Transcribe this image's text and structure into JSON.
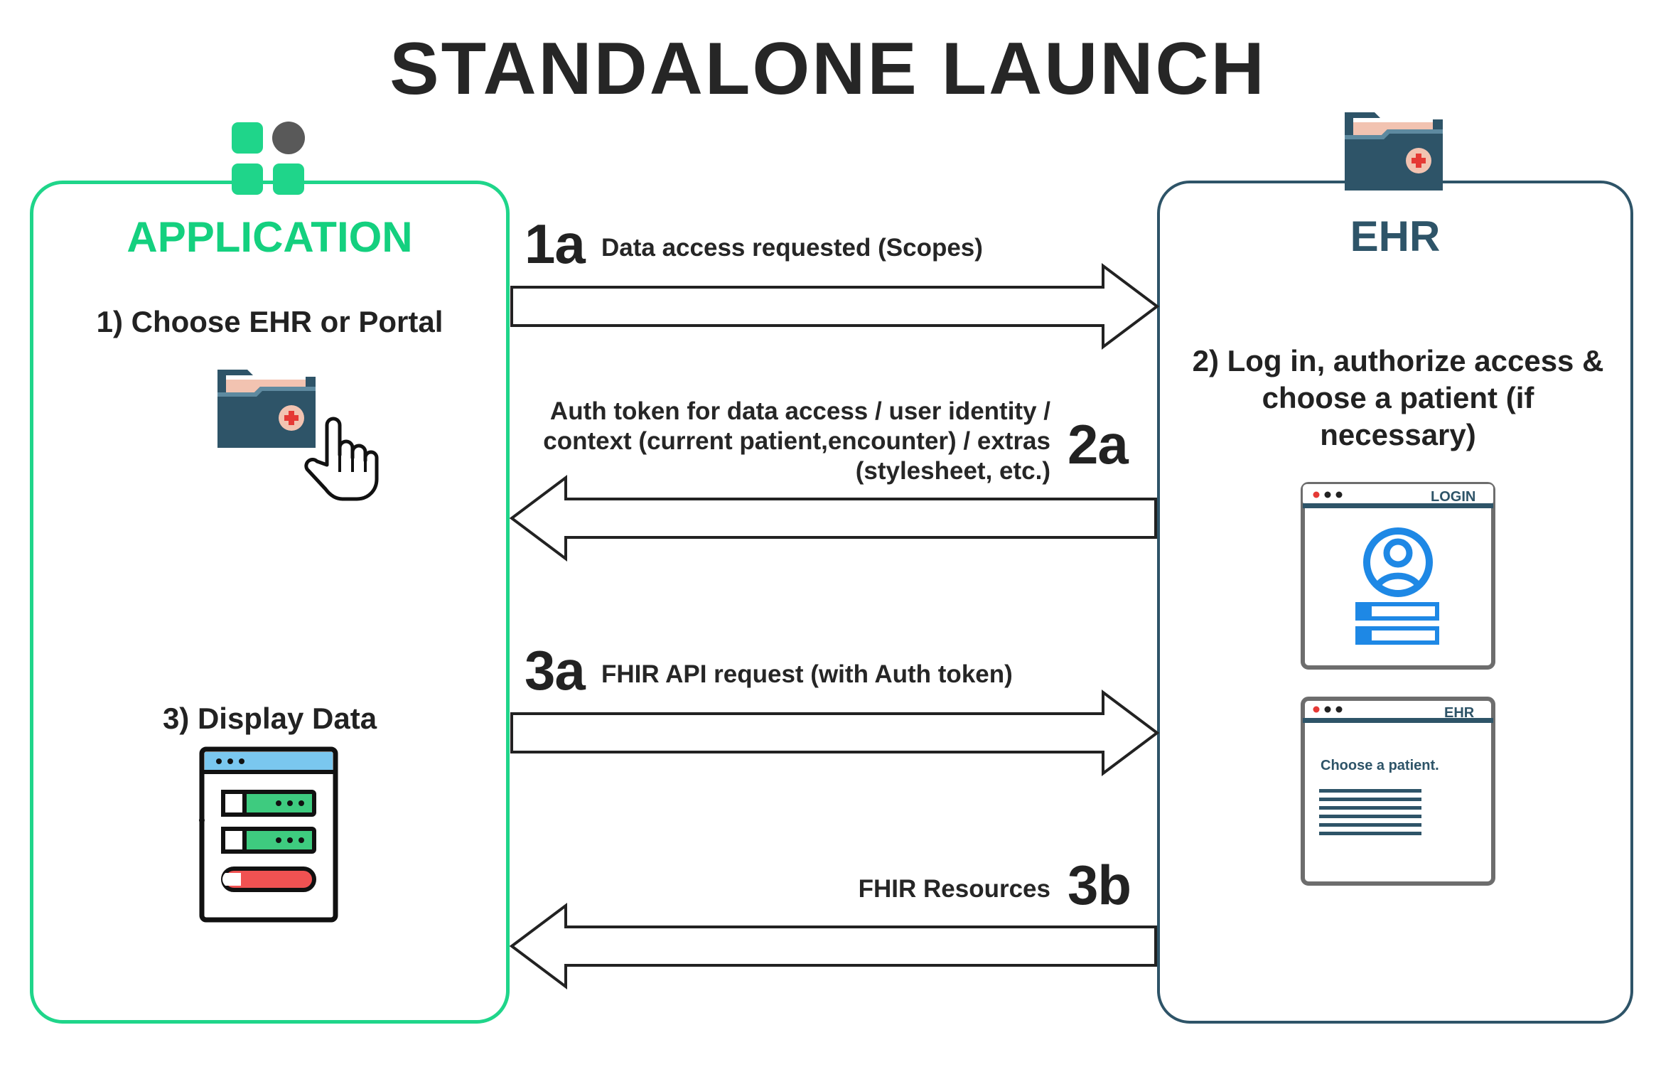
{
  "title": "STANDALONE LAUNCH",
  "application": {
    "heading": "APPLICATION",
    "step1": "1) Choose EHR or Portal",
    "step3": "3) Display Data"
  },
  "ehr": {
    "heading": "EHR",
    "step2": "2) Log in, authorize access &  choose a patient (if necessary)",
    "login_window_label": "LOGIN",
    "ehr_window_label": "EHR",
    "choose_patient_text": "Choose a patient."
  },
  "flows": [
    {
      "id": "1a",
      "label": "Data access requested (Scopes)",
      "direction": "right"
    },
    {
      "id": "2a",
      "label": "Auth token for data access / user identity / context (current patient,encounter) / extras (stylesheet, etc.)",
      "direction": "left"
    },
    {
      "id": "3a",
      "label": "FHIR API request (with Auth token)",
      "direction": "right"
    },
    {
      "id": "3b",
      "label": "FHIR Resources",
      "direction": "left"
    }
  ],
  "colors": {
    "application_green": "#1fd58a",
    "ehr_teal": "#2e5468",
    "login_blue": "#1e88e5",
    "folder_tab": "#f2c3b1",
    "medical_cross": "#e53935"
  },
  "icons": [
    "app-logo-icon",
    "medical-folder-icon",
    "hand-pointer-icon",
    "data-display-icon",
    "user-avatar-icon",
    "browser-window-icon"
  ]
}
